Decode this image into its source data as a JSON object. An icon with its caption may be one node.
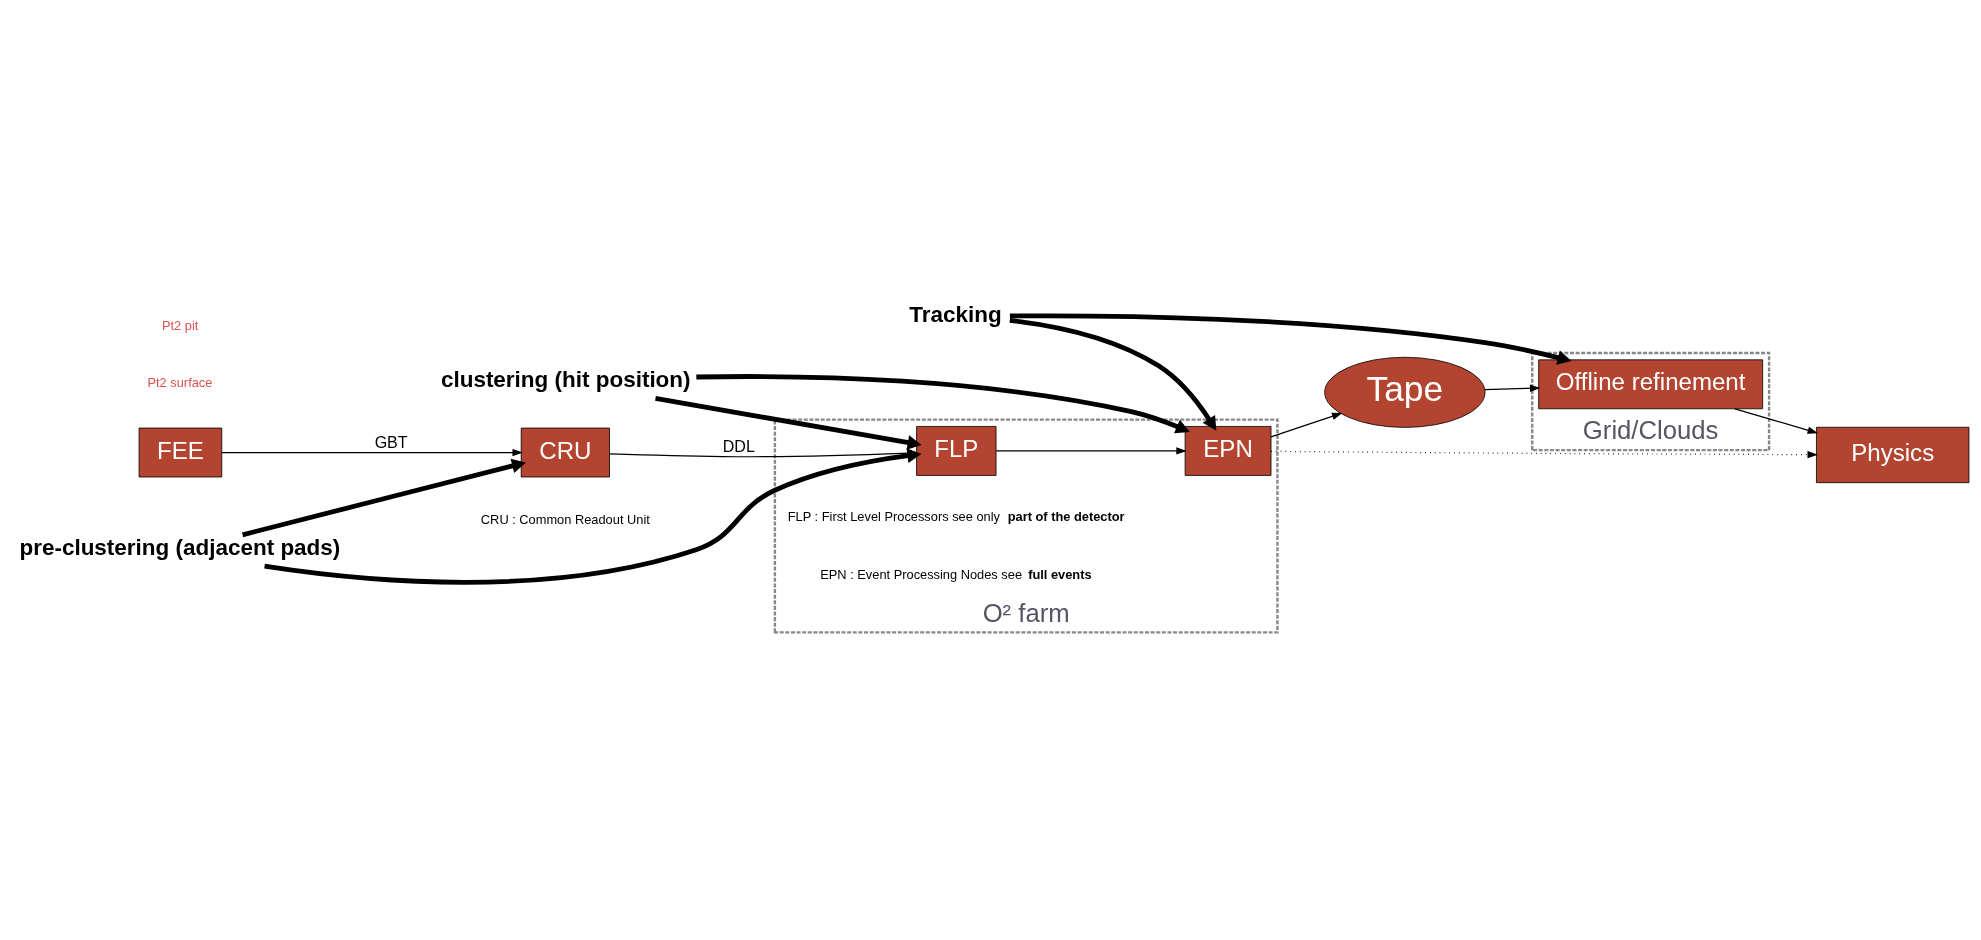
{
  "diagram": {
    "nodes": [
      {
        "text": [
          "O² farm"
        ]
      },
      {
        "text": [
          "FLP"
        ],
        "in": 0
      },
      {
        "text": [
          "EPN"
        ],
        "in": 0
      },
      {
        "text": [
          "CRU"
        ],
        "beside": [
          "CRU : Common Readout Unit"
        ]
      },
      {
        "text": [
          "FEE"
        ]
      },
      {
        "text": [
          "Tape"
        ]
      },
      {
        "text": [
          "Grid/Clouds"
        ]
      },
      {
        "text": [
          "Offline refinement"
        ],
        "in": 6
      },
      {
        "text": [
          "Physics"
        ]
      },
      {
        "text": [
          "pre-clustering (adjacent pads)"
        ]
      },
      {
        "text": [
          "clustering (hit position)"
        ]
      },
      {
        "text": [
          "Tracking"
        ]
      }
    ],
    "edges": [
      {
        "from": 3,
        "to": 1,
        "arrow": "to",
        "label": "DDL"
      },
      {
        "from": 4,
        "to": 3,
        "arrow": "to",
        "label": "GBT"
      },
      {
        "from": 1,
        "to": 2,
        "arrow": "to"
      },
      {
        "from": 2,
        "to": 5,
        "arrow": "to"
      },
      {
        "from": 2,
        "to": 8,
        "arrow": "to",
        "style": "dashed"
      },
      {
        "from": 5,
        "to": 7,
        "arrow": "to"
      },
      {
        "from": 7,
        "to": 8,
        "arrow": "to"
      },
      {
        "from": 9,
        "to": 3,
        "arrow": "to",
        "style": "thick"
      },
      {
        "from": 9,
        "to": 1,
        "arrow": "to",
        "style": "thick"
      },
      {
        "from": 10,
        "to": 1,
        "arrow": "to",
        "style": "thick"
      },
      {
        "from": 10,
        "to": 2,
        "arrow": "to",
        "style": "thick"
      },
      {
        "from": 11,
        "to": 2,
        "arrow": "to",
        "style": "thick"
      },
      {
        "from": 11,
        "to": 7,
        "arrow": "to",
        "style": "thick"
      }
    ],
    "labels": [
      "FLP : First Level Processors see only **part of the detector**",
      "EPN : Event Processing Nodes see **full events**",
      "Pt2 surface",
      "Pt2 pit"
    ]
  }
}
